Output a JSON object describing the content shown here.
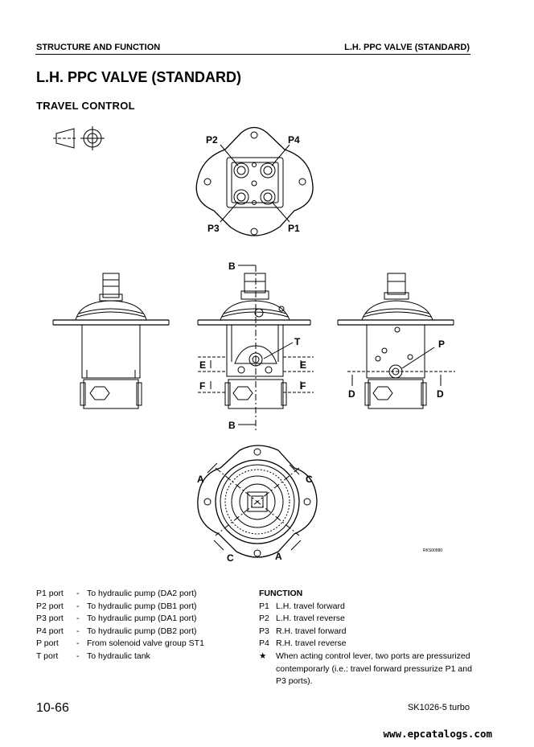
{
  "header": {
    "section": "STRUCTURE AND FUNCTION",
    "topic": "L.H. PPC VALVE (STANDARD)"
  },
  "title": "L.H. PPC VALVE (STANDARD)",
  "subtitle": "TRAVEL CONTROL",
  "figure": {
    "labels": {
      "p1": "P1",
      "p2": "P2",
      "p3": "P3",
      "p4": "P4",
      "t": "T",
      "p": "P",
      "a": "A",
      "b": "B",
      "c": "C",
      "d": "D",
      "e": "E",
      "f": "F"
    },
    "drawing_id": "RKS00880"
  },
  "ports": [
    {
      "port": "P1 port",
      "dash": "-",
      "desc": "To hydraulic pump (DA2 port)"
    },
    {
      "port": "P2 port",
      "dash": "-",
      "desc": "To hydraulic pump (DB1 port)"
    },
    {
      "port": "P3 port",
      "dash": "-",
      "desc": "To hydraulic pump (DA1 port)"
    },
    {
      "port": "P4 port",
      "dash": "-",
      "desc": "To hydraulic pump (DB2 port)"
    },
    {
      "port": "P port",
      "dash": "-",
      "desc": "From solenoid valve group ST1"
    },
    {
      "port": "T port",
      "dash": "-",
      "desc": "To hydraulic tank"
    }
  ],
  "function": {
    "heading": "FUNCTION",
    "items": [
      {
        "key": "P1",
        "text": "L.H. travel forward"
      },
      {
        "key": "P2",
        "text": "L.H. travel reverse"
      },
      {
        "key": "P3",
        "text": "R.H. travel forward"
      },
      {
        "key": "P4",
        "text": "R.H. travel reverse"
      }
    ],
    "note_mark": "★",
    "note": "When acting control lever, two ports are pressurized contemporarly (i.e.: travel forward pressurize P1 and P3 ports)."
  },
  "footer": {
    "page": "10-66",
    "model": "SK1026-5 turbo",
    "watermark": "www.epcatalogs.com"
  }
}
